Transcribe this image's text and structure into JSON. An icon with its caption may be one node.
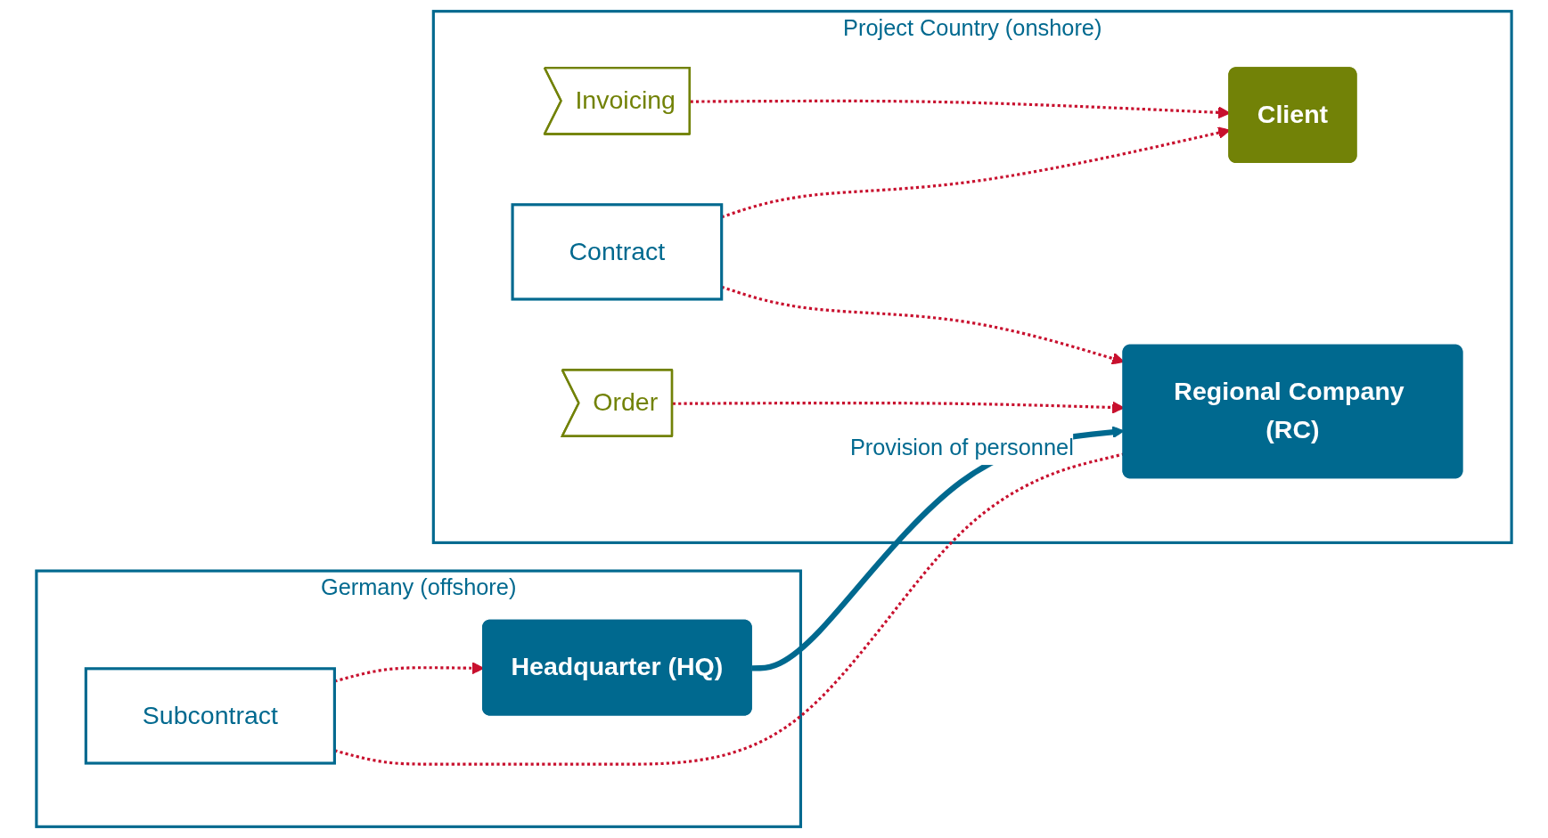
{
  "diagram": {
    "nodes": [
      {
        "text": [
          "Germany (offshore)"
        ]
      },
      {
        "text": [
          "Project Country (onshore)"
        ]
      },
      {
        "text": [
          "Subcontract"
        ],
        "in": 0
      },
      {
        "text": [
          "Headquarter (HQ)"
        ],
        "in": 0
      },
      {
        "text": [
          "Regional Company (RC)"
        ],
        "in": 1
      },
      {
        "text": [
          "Invoicing"
        ],
        "in": 1
      },
      {
        "text": [
          "Contract"
        ],
        "in": 1
      },
      {
        "text": [
          "Order"
        ],
        "in": 1
      },
      {
        "text": [
          "Client"
        ],
        "in": 1
      }
    ],
    "edges": [
      {
        "from": 2,
        "to": 4,
        "arrow": "none",
        "style": "dashed"
      },
      {
        "from": 2,
        "to": 3,
        "arrow": "to",
        "style": "dashed"
      },
      {
        "from": 5,
        "to": 8,
        "arrow": "to",
        "style": "dashed"
      },
      {
        "from": 6,
        "to": 4,
        "arrow": "to",
        "style": "dashed"
      },
      {
        "from": 6,
        "to": 8,
        "arrow": "to",
        "style": "dashed"
      },
      {
        "from": 7,
        "to": 4,
        "arrow": "to",
        "style": "dashed"
      },
      {
        "from": 3,
        "to": 4,
        "arrow": "to",
        "style": "thick",
        "label": "Provision of personnel",
        "color": "#00698f"
      }
    ]
  }
}
